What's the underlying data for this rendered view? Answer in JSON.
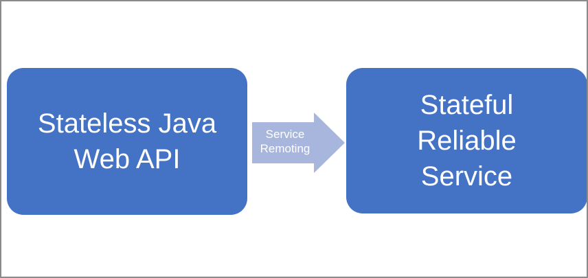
{
  "diagram": {
    "left_box": {
      "label": "Stateless Java Web API",
      "lines": [
        "Stateless Java",
        "Web API"
      ],
      "fill_color": "#4472c4",
      "text_color": "#ffffff"
    },
    "arrow": {
      "label": "Service Remoting",
      "lines": [
        "Service",
        "Remoting"
      ],
      "direction": "right",
      "fill_color": "#a8b6dd",
      "text_color": "#ffffff"
    },
    "right_box": {
      "label": "Stateful Reliable Service",
      "lines": [
        "Stateful",
        "Reliable",
        "Service"
      ],
      "fill_color": "#4472c4",
      "text_color": "#ffffff"
    },
    "frame_color": "#8a8a8a",
    "background_color": "#ffffff"
  }
}
